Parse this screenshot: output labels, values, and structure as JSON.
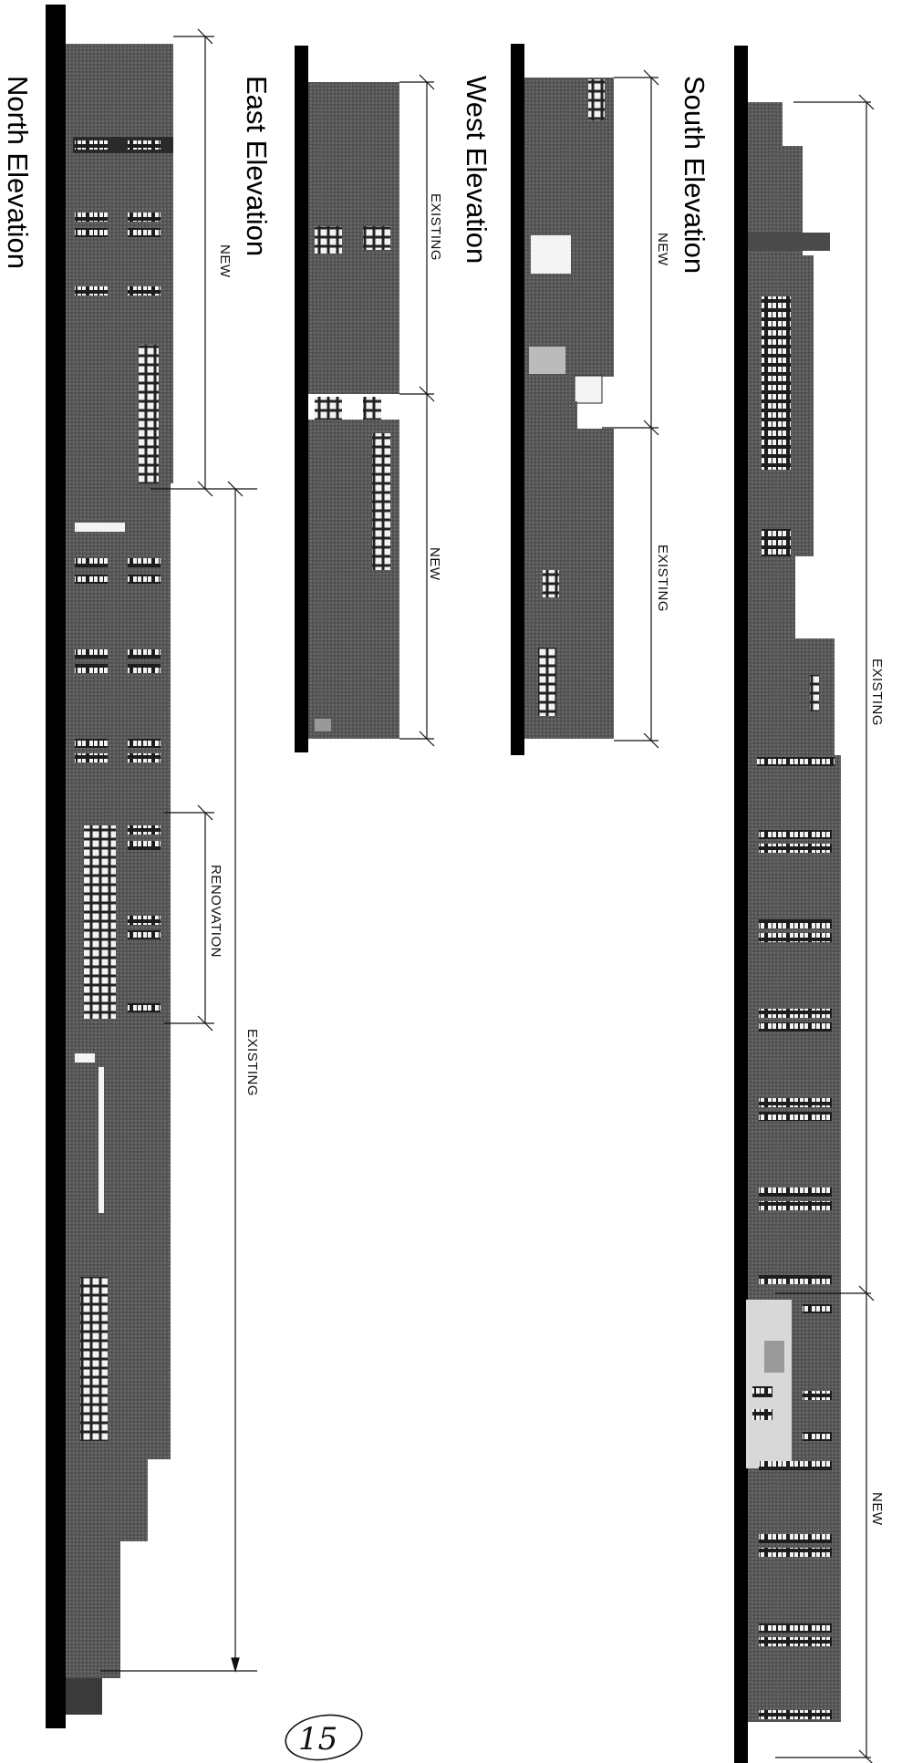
{
  "sheet": {
    "page_number": "15"
  },
  "elevations": [
    {
      "id": "south",
      "title": "South Elevation",
      "segments": [
        {
          "label": "EXISTING"
        },
        {
          "label": "NEW"
        }
      ]
    },
    {
      "id": "west",
      "title": "West Elevation",
      "segments": [
        {
          "label": "NEW"
        },
        {
          "label": "EXISTING"
        }
      ]
    },
    {
      "id": "east",
      "title": "East Elevation",
      "segments": [
        {
          "label": "EXISTING"
        },
        {
          "label": "NEW"
        }
      ]
    },
    {
      "id": "north",
      "title": "North Elevation",
      "segments": [
        {
          "label": "NEW"
        },
        {
          "label": "RENOVATION"
        },
        {
          "label": "EXISTING"
        }
      ]
    }
  ],
  "colors": {
    "building": "#5a5a5a",
    "building_dark": "#3a3a3a",
    "ground": "#000000",
    "window": "#f2f2f2",
    "line": "#111111"
  }
}
